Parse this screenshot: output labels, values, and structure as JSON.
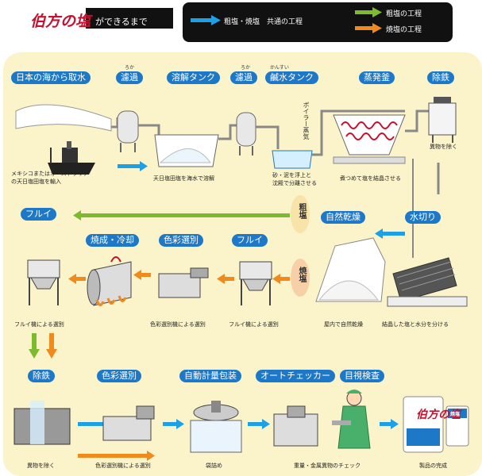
{
  "header": {
    "brand": "伯方の塩",
    "title": "ができるまで",
    "colors": {
      "bar": "#111111",
      "bg": "#fbf3c9",
      "blue": "#1e78c8",
      "green": "#7dbb2e",
      "orange": "#f08a1c"
    }
  },
  "legend": {
    "blue_label": "粗塩・焼塩　共通の工程",
    "green_label": "粗塩の工程",
    "orange_label": "焼塩の工程"
  },
  "steps": {
    "intake": "日本の海から取水",
    "filter1": "濾過",
    "filter1_ruby": "ろか",
    "dissolve": "溶解タンク",
    "filter2": "濾過",
    "filter2_ruby": "ろか",
    "brine": "鹹水タンク",
    "brine_ruby": "かんすい",
    "evaporator": "蒸発釜",
    "iron_removal": "除鉄",
    "dewater": "水切り",
    "natural_dry": "自然乾燥",
    "sieve_rough": "フルイ",
    "roast_cool": "焼成・冷却",
    "color_sort": "色彩選別",
    "sieve_roast": "フルイ",
    "iron_removal2": "除鉄",
    "color_sort2": "色彩選別",
    "auto_pack": "自動計量包装",
    "auto_check": "オートチェッカー",
    "visual_check": "目視検査"
  },
  "captions": {
    "import_line1": "メキシコまたはオーストラリア",
    "import_line2": "の天日塩田塩を輸入",
    "dissolve": "天日塩田塩を海水で溶解",
    "settle_line1": "砂・泥を浮上と",
    "settle_line2": "沈殿で分離させる",
    "boil": "煮つめて塩を結晶させる",
    "remove_foreign": "異物を除く",
    "separate": "結晶した塩と水分を分ける",
    "indoor_dry": "屋内で自然乾燥",
    "sieve_roast": "フルイ機による選別",
    "color_sort": "色彩選別機による選別",
    "sieve_rough": "フルイ機による選別",
    "remove_foreign2": "異物を除く",
    "color_sort2": "色彩選別機による選別",
    "bagging": "袋詰め",
    "weight_check": "重量・金属異物のチェック",
    "complete": "製品の完成"
  },
  "side_labels": {
    "rough_salt": "粗塩",
    "roasted_salt": "焼塩",
    "boiler_steam": "ボイラー蒸気"
  },
  "product": {
    "name": "伯方の塩",
    "small_name": "焼塩"
  },
  "icons": [
    "ship-icon",
    "filter-tank-icon",
    "dissolve-tank-icon",
    "brine-tank-icon",
    "evaporator-icon",
    "iron-remover-icon",
    "dewater-tray-icon",
    "salt-pile-icon",
    "sieve-machine-icon",
    "color-sorter-icon",
    "roaster-icon",
    "bagging-machine-icon",
    "checker-icon",
    "worker-icon",
    "salt-bag-icon"
  ]
}
